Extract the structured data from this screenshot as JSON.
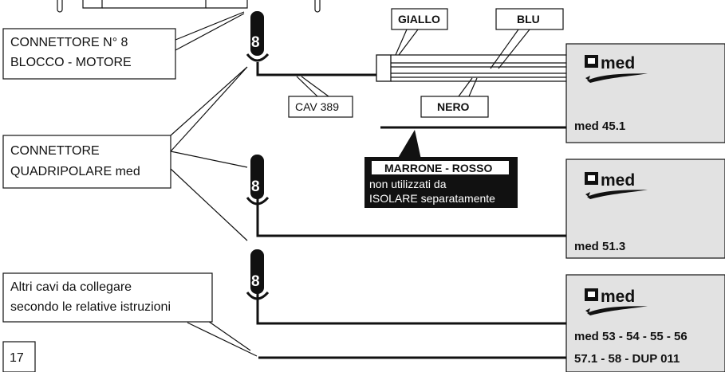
{
  "callouts": {
    "connector_8_line1": "CONNETTORE N° 8",
    "connector_8_line2": "BLOCCO - MOTORE",
    "quad_line1": "CONNETTORE",
    "quad_line2": "QUADRIPOLARE med",
    "others_line1": "Altri cavi da collegare",
    "others_line2": "secondo le relative istruzioni"
  },
  "wire_labels": {
    "giallo": "GIALLO",
    "blu": "BLU",
    "nero": "NERO",
    "cable": "CAV 389"
  },
  "warning": {
    "title": "MARRONE - ROSSO",
    "line1": "non utilizzati da",
    "line2": "ISOLARE separatamente"
  },
  "connectors": {
    "pin_label": "8"
  },
  "devices": {
    "brand": "med",
    "d1": "med 45.1",
    "d2": "med 51.3",
    "d3_line1": "med 53 - 54 - 55 - 56",
    "d3_line2": "57.1 - 58 - DUP 011"
  },
  "page_number": "17",
  "colors": {
    "panel": "#e2e2e2",
    "ink": "#111111",
    "background": "#ffffff"
  }
}
